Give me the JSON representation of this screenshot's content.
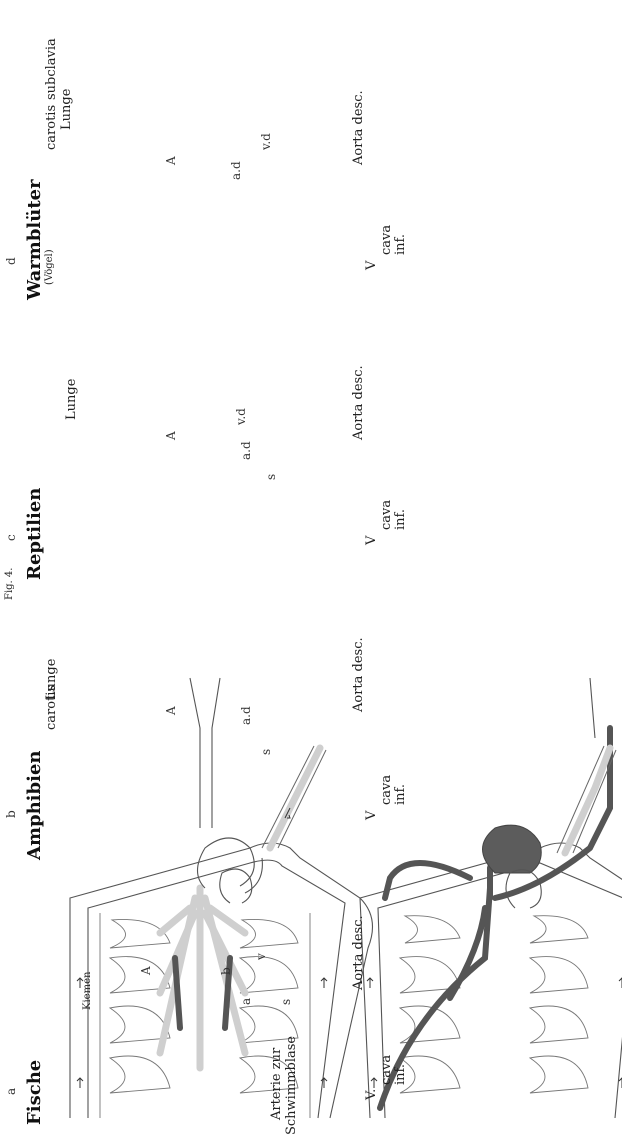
{
  "panels": {
    "a": {
      "letter": "a",
      "title": "Fische",
      "labels": {
        "artery": [
          "Arterie zur",
          "Schwimmblase"
        ],
        "kiemen": "Kiemen",
        "A": "A",
        "b": "b",
        "v": "v",
        "a": "a",
        "s": "s",
        "V": "V.",
        "cava": [
          "cava",
          "inf."
        ],
        "aorta": "Aorta desc."
      }
    },
    "b": {
      "letter": "b",
      "title": "Amphibien",
      "labels": {
        "carotis": "carotis",
        "lunge": "Lunge",
        "A": "A",
        "ad": "a.d",
        "s": "s",
        "V": "V",
        "cava": [
          "cava",
          "inf."
        ],
        "aorta": "Aorta desc."
      }
    },
    "c": {
      "letter": "c",
      "title": "Reptilien",
      "labels": {
        "lunge": "Lunge",
        "A": "A",
        "ad": "a.d",
        "vd": "v.d",
        "s": "s",
        "V": "V",
        "cava": [
          "cava",
          "inf."
        ],
        "aorta": "Aorta desc."
      }
    },
    "d": {
      "letter": "d",
      "title": "Warmblüter",
      "subtitle": "(Vögel)",
      "labels": {
        "carotis": "carotis",
        "subclavia": "subclavia",
        "lunge": "Lunge",
        "A": "A",
        "ad": "a.d",
        "vd": "v.d",
        "V": "V",
        "cava": [
          "cava",
          "inf."
        ],
        "aorta": "Aorta desc."
      }
    }
  },
  "fig_label": "Fig. 4."
}
